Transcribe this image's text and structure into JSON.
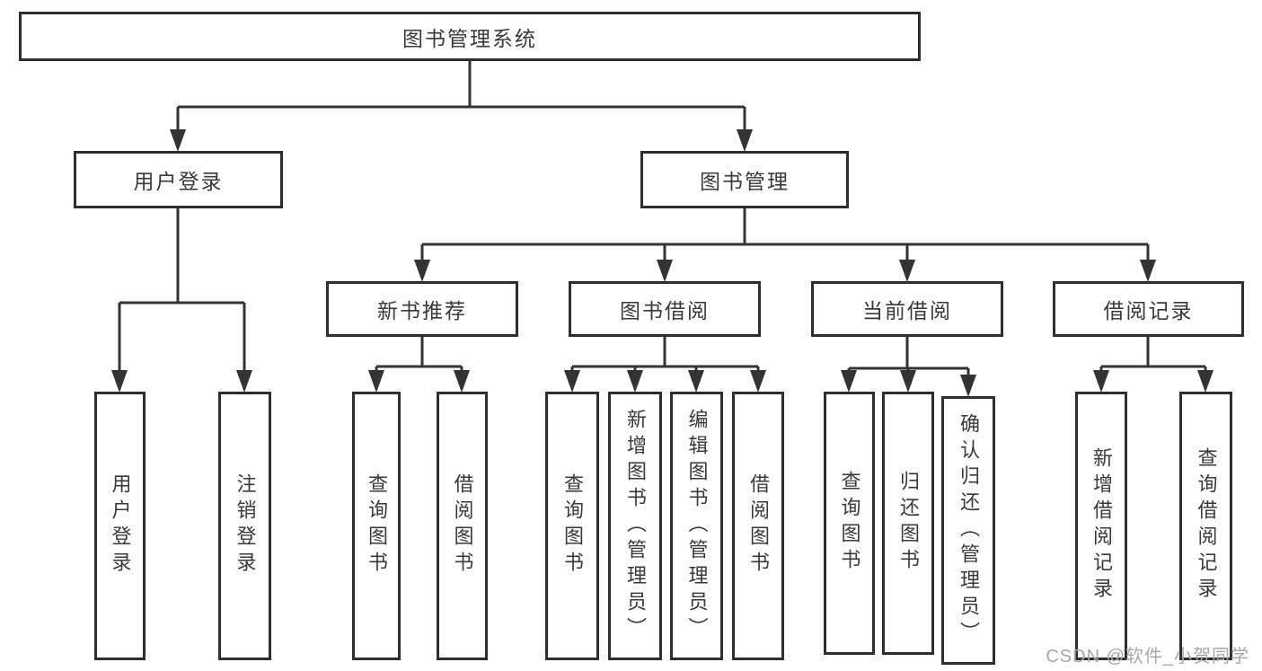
{
  "tree": {
    "root": {
      "label": "图书管理系统",
      "children": [
        {
          "label": "用户登录",
          "children": [
            {
              "label": "用户登录"
            },
            {
              "label": "注销登录"
            }
          ]
        },
        {
          "label": "图书管理",
          "children": [
            {
              "label": "新书推荐",
              "children": [
                {
                  "label": "查询图书"
                },
                {
                  "label": "借阅图书"
                }
              ]
            },
            {
              "label": "图书借阅",
              "children": [
                {
                  "label": "查询图书"
                },
                {
                  "label": "新增图书（管理员）"
                },
                {
                  "label": "编辑图书（管理员）"
                },
                {
                  "label": "借阅图书"
                }
              ]
            },
            {
              "label": "当前借阅",
              "children": [
                {
                  "label": "查询图书"
                },
                {
                  "label": "归还图书"
                },
                {
                  "label": "确认归还（管理员）"
                }
              ]
            },
            {
              "label": "借阅记录",
              "children": [
                {
                  "label": "新增借阅记录"
                },
                {
                  "label": "查询借阅记录"
                }
              ]
            }
          ]
        }
      ]
    }
  },
  "watermark": "CSDN @软件_小贺同学",
  "colors": {
    "box_border": "#2e2e2e",
    "connector": "#333333",
    "text": "#3a3a3a",
    "watermark": "#a9a9a9",
    "background": "#ffffff"
  }
}
